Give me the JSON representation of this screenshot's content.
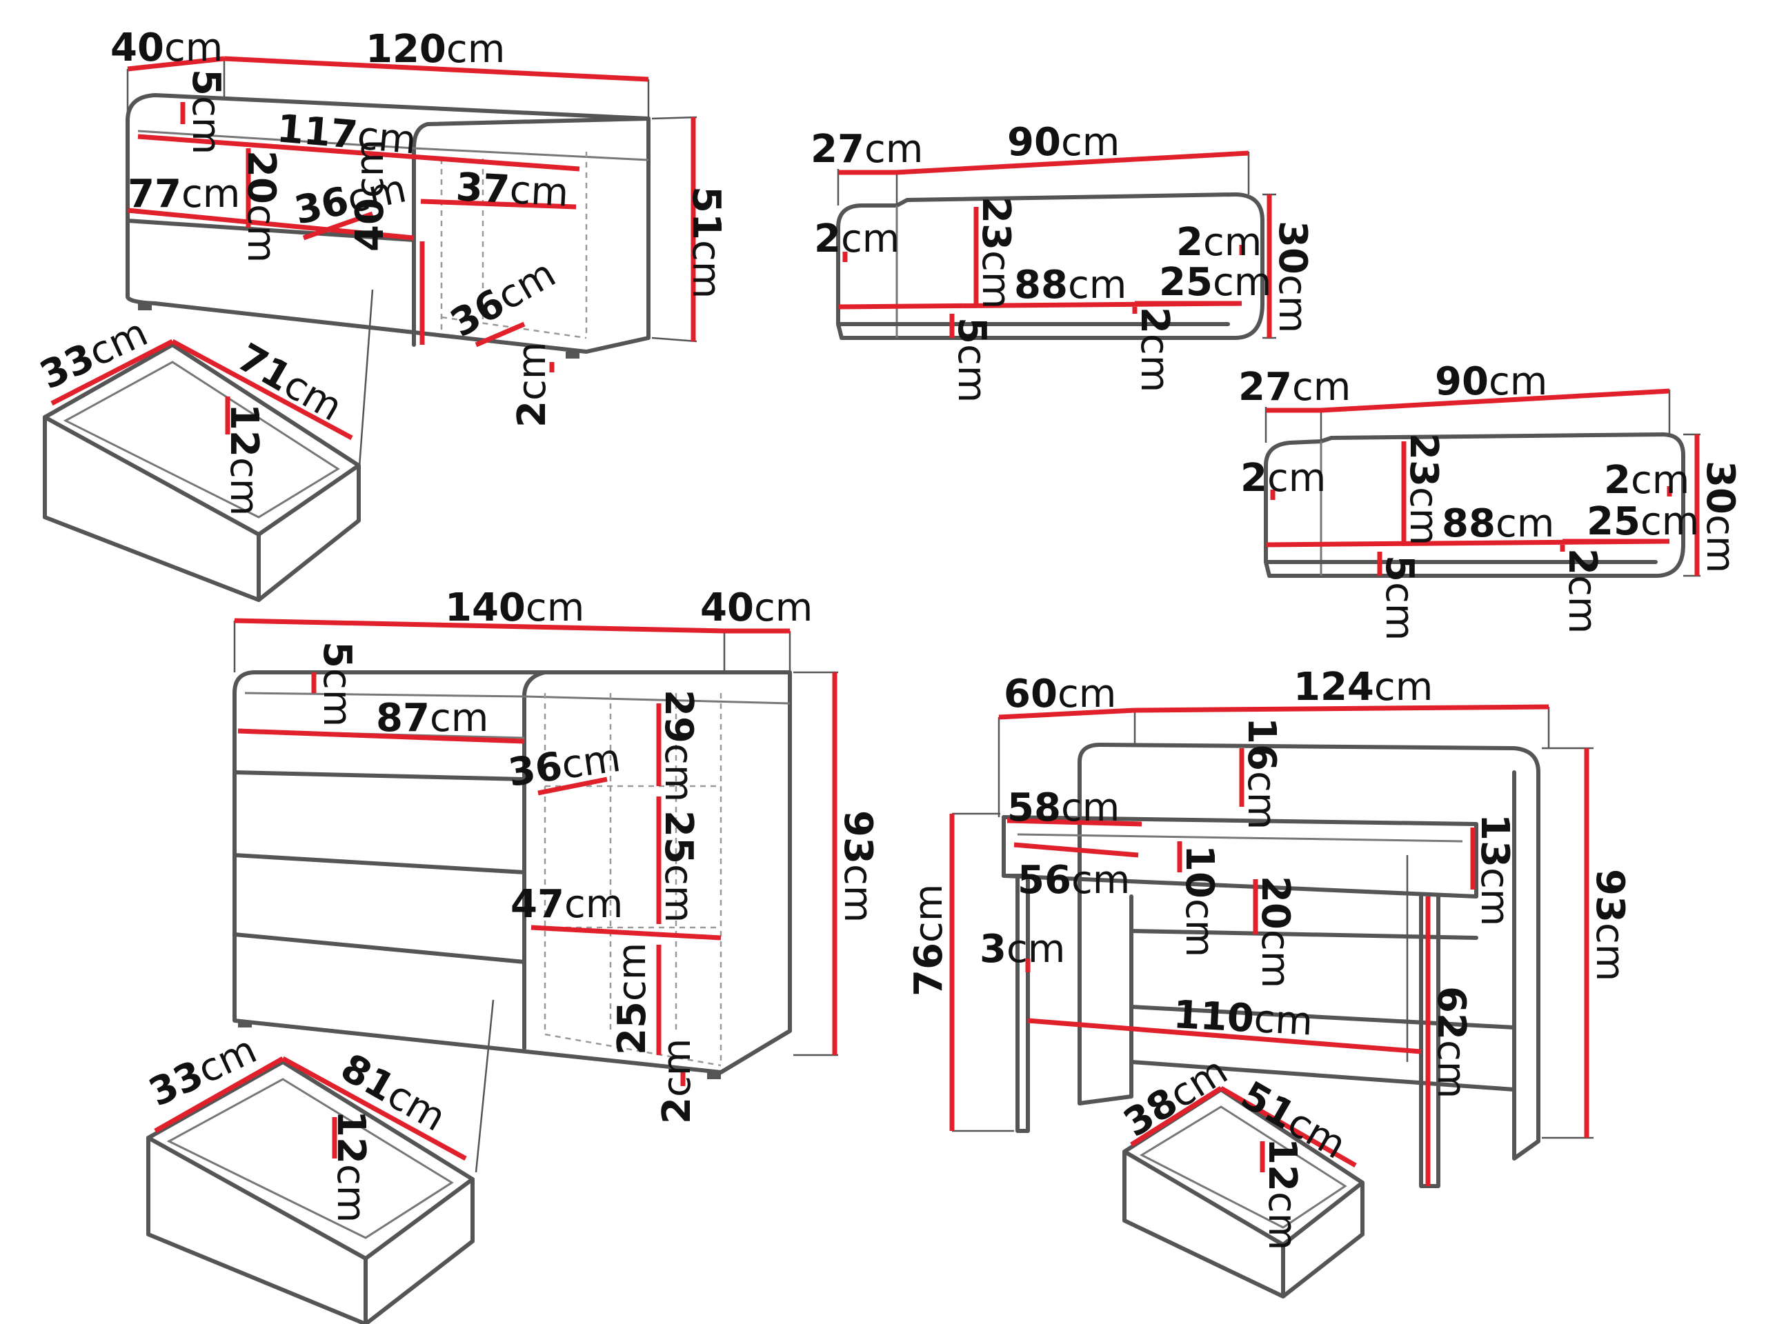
{
  "colors": {
    "outline": "#555555",
    "dimension": "#e0202a",
    "text": "#111111",
    "background": "#ffffff"
  },
  "furniture": [
    {
      "id": "low-cabinet",
      "labels": [
        "40",
        "120",
        "5",
        "117",
        "20",
        "77",
        "36",
        "37",
        "51",
        "40",
        "36",
        "2"
      ],
      "drawer_labels": [
        "33",
        "71",
        "12"
      ]
    },
    {
      "id": "wall-shelf-1",
      "labels": [
        "27",
        "90",
        "2",
        "23",
        "2",
        "30",
        "88",
        "25",
        "5",
        "2"
      ]
    },
    {
      "id": "wall-shelf-2",
      "labels": [
        "27",
        "90",
        "2",
        "23",
        "2",
        "30",
        "88",
        "25",
        "5",
        "2"
      ]
    },
    {
      "id": "sideboard",
      "labels": [
        "140",
        "40",
        "5",
        "87",
        "29",
        "36",
        "25",
        "93",
        "47",
        "25",
        "2"
      ],
      "drawer_labels": [
        "33",
        "81",
        "12"
      ]
    },
    {
      "id": "desk",
      "labels": [
        "60",
        "124",
        "16",
        "58",
        "13",
        "56",
        "10",
        "76",
        "20",
        "93",
        "3",
        "110",
        "62"
      ],
      "drawer_labels": [
        "38",
        "51",
        "12"
      ]
    }
  ],
  "unit": "cm"
}
